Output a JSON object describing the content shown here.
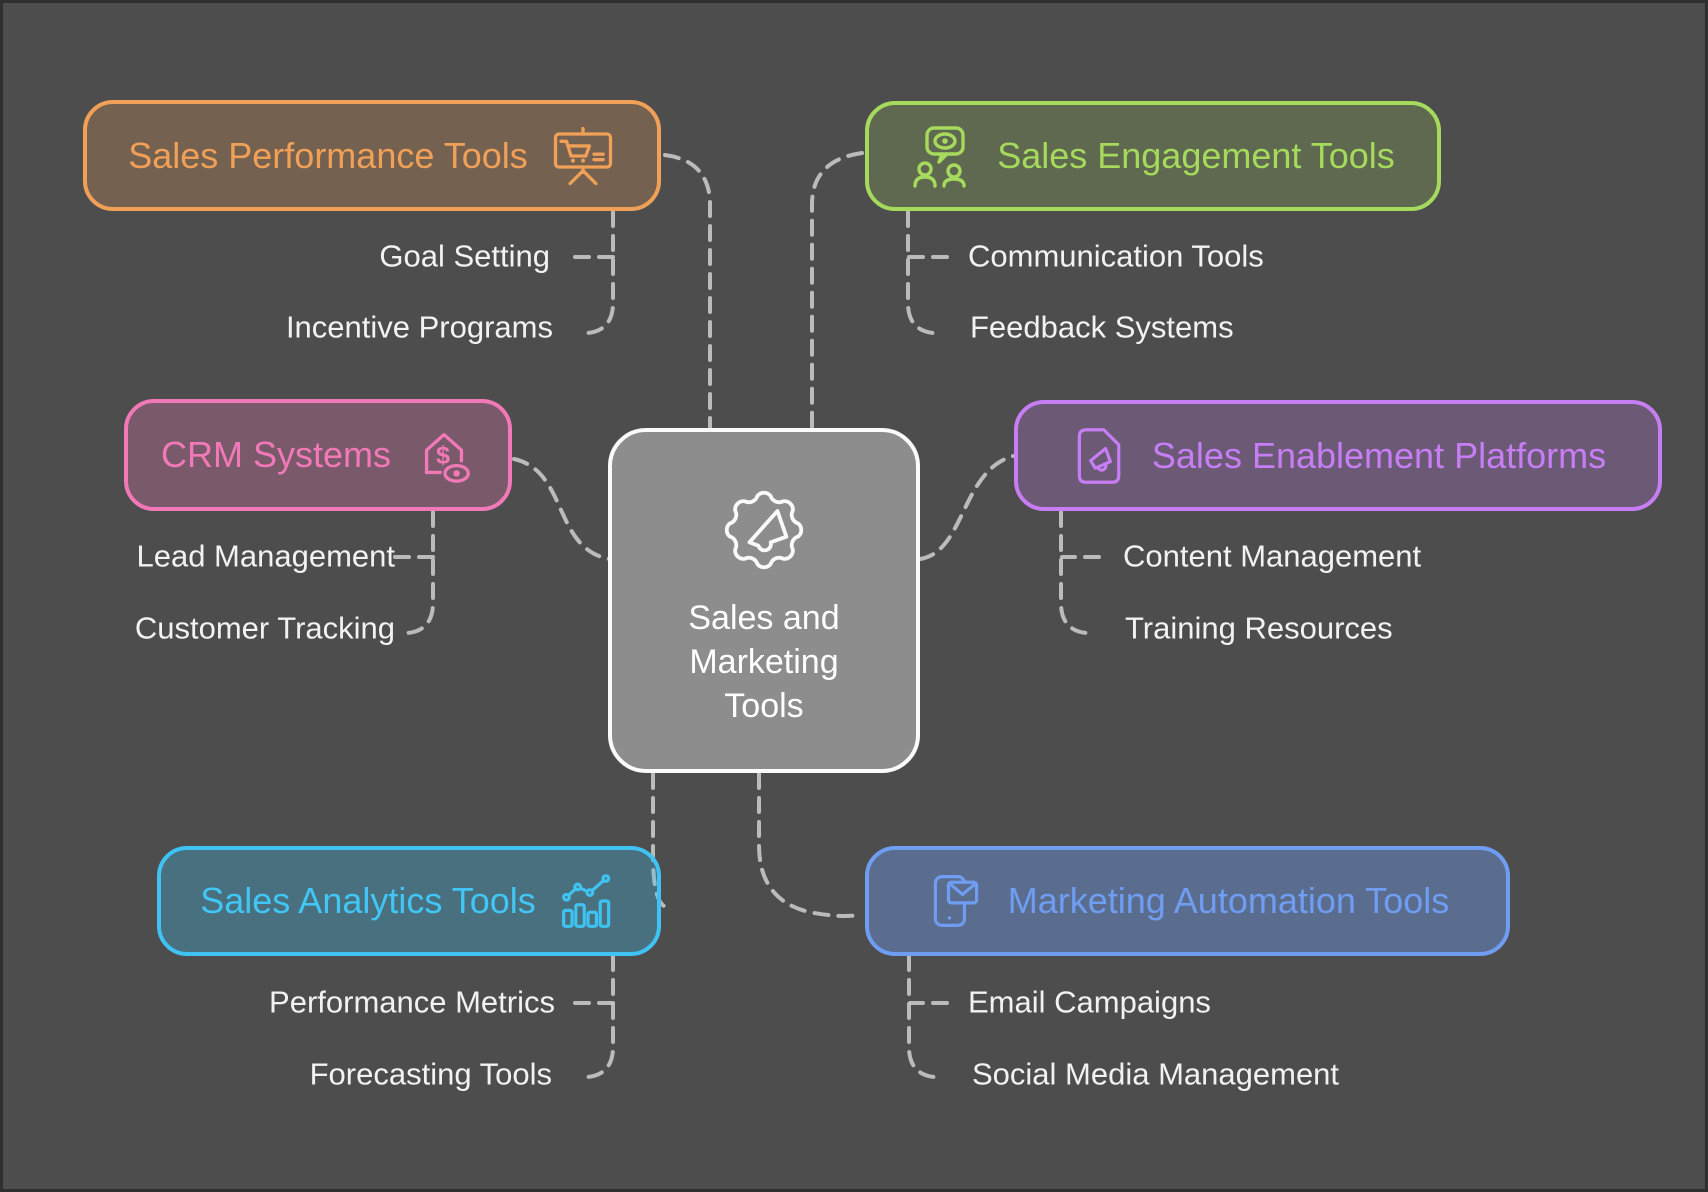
{
  "title": "Sales and Marketing Tools mind map",
  "background_color": "#4d4d4d",
  "connector_color": "#c4c4c4",
  "center": {
    "lines": [
      "Sales and",
      "Marketing",
      "Tools"
    ],
    "icon": "megaphone-badge-icon",
    "fill_color": "#8d8d8d",
    "border_color": "#fafafa"
  },
  "branches": [
    {
      "label": "Sales Performance Tools",
      "icon": "presentation-cart-icon",
      "color": "#f0a057",
      "position": "top-left",
      "children": [
        "Goal Setting",
        "Incentive Programs"
      ]
    },
    {
      "label": "Sales Engagement Tools",
      "icon": "people-eye-icon",
      "color": "#a5da5c",
      "position": "top-right",
      "children": [
        "Communication Tools",
        "Feedback Systems"
      ]
    },
    {
      "label": "CRM Systems",
      "icon": "house-dollar-eye-icon",
      "color": "#f279b7",
      "position": "middle-left",
      "children": [
        "Lead Management",
        "Customer Tracking"
      ]
    },
    {
      "label": "Sales Enablement Platforms",
      "icon": "document-megaphone-icon",
      "color": "#c77ef5",
      "position": "middle-right",
      "children": [
        "Content Management",
        "Training Resources"
      ]
    },
    {
      "label": "Sales Analytics Tools",
      "icon": "bar-chart-trend-icon",
      "color": "#3fc3f2",
      "position": "bottom-left",
      "children": [
        "Performance Metrics",
        "Forecasting Tools"
      ]
    },
    {
      "label": "Marketing Automation Tools",
      "icon": "phone-mail-icon",
      "color": "#6f9df2",
      "position": "bottom-right",
      "children": [
        "Email Campaigns",
        "Social Media Management"
      ]
    }
  ]
}
